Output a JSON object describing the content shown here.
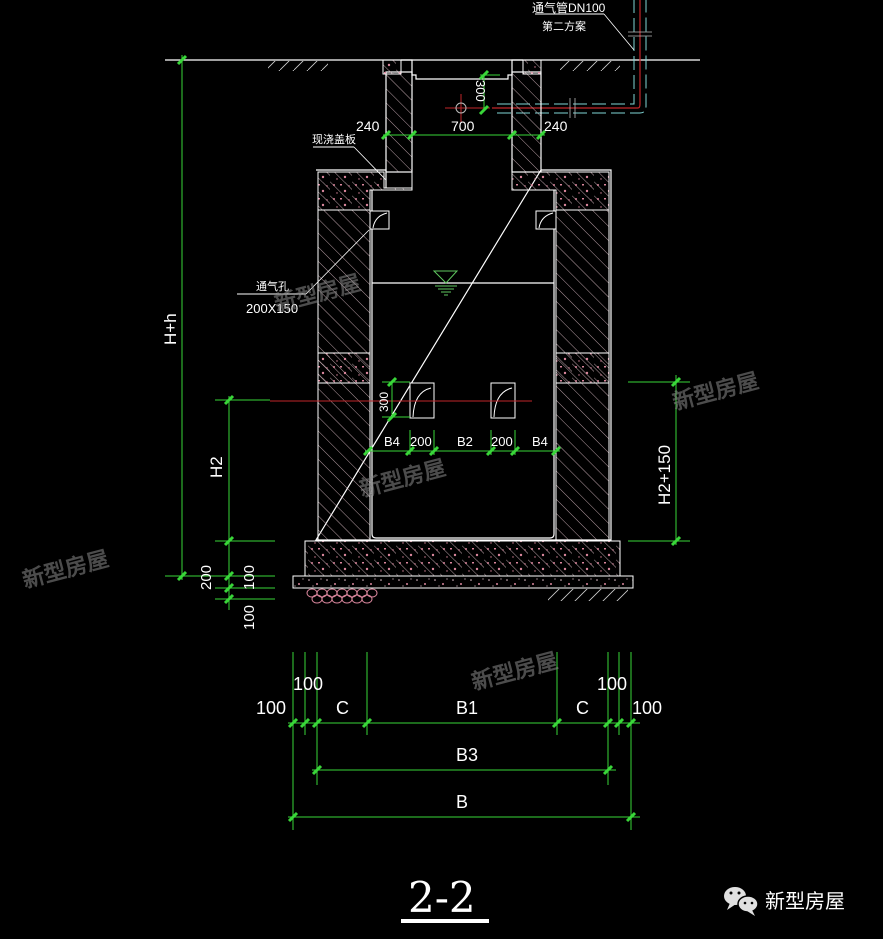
{
  "drawing": {
    "section_title": "2-2",
    "colors": {
      "background": "#000000",
      "outline": "#ffffff",
      "dimension": "#39d639",
      "hatch": "#e6c6cf",
      "concrete_dots": "#d9869c",
      "pipe_centerline": "#c0262a",
      "pipe_outline": "#7fd6d6"
    },
    "annotations": {
      "vent_pipe": "通气管DN100",
      "vent_pipe_option": "第二方案",
      "cast_cover_slab": "现浇盖板",
      "vent_hole": "通气孔",
      "vent_hole_size": "200X150"
    },
    "dimensions": {
      "riser_wall_left": "240",
      "riser_opening": "700",
      "riser_wall_right": "240",
      "pipe_offset": "300",
      "total_height": "H+h",
      "height_h2": "H2",
      "height_h2_plus": "H2+150",
      "base_200": "200",
      "base_100a": "100",
      "base_100b": "100",
      "opening_height": "300",
      "b4_left": "B4",
      "opening_w1": "200",
      "b2": "B2",
      "opening_w2": "200",
      "b4_right": "B4",
      "bottom_100_left": "100",
      "bottom_100_left2": "100",
      "c_left": "C",
      "b1": "B1",
      "c_right": "C",
      "bottom_100_right": "100",
      "bottom_100_right2": "100",
      "b3": "B3",
      "b": "B"
    },
    "watermarks": [
      "新型房屋",
      "新型房屋",
      "新型房屋",
      "新型房屋",
      "新型房屋"
    ]
  },
  "brand": {
    "icon": "wechat-icon",
    "name": "新型房屋"
  }
}
